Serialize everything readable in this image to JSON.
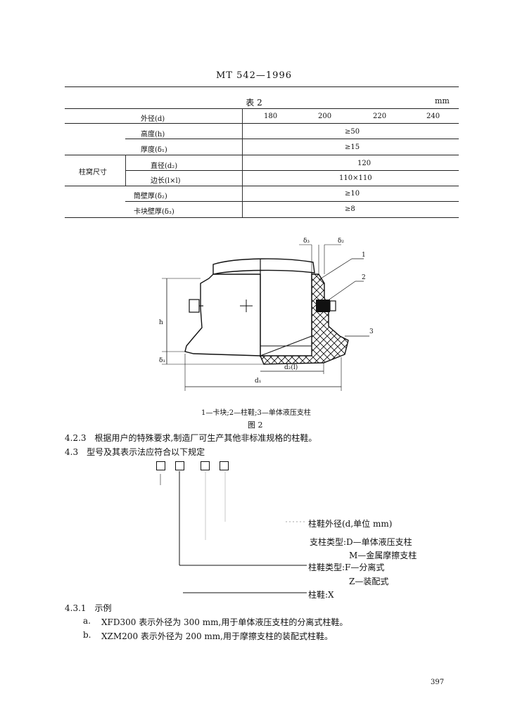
{
  "header": {
    "standard": "MT 542—1996"
  },
  "table": {
    "title": "表 2",
    "unit": "mm",
    "header_label": "外径(d\u0000)",
    "columns": [
      "180",
      "200",
      "220",
      "240"
    ],
    "group_label": "柱窝尺寸",
    "rows": [
      {
        "label": "高度(h)",
        "value": "≥50"
      },
      {
        "label": "厚度(δ₁)",
        "value": "≥15"
      },
      {
        "label": "直径(d₂)",
        "value": "120"
      },
      {
        "label": "边长(l×l)",
        "value": "110×110"
      },
      {
        "label": "筒壁厚(δ₂)",
        "value": "≥10"
      },
      {
        "label": "卡块壁厚(δ₃)",
        "value": "≥8"
      }
    ]
  },
  "figure": {
    "labels": {
      "delta3": "δ₃",
      "delta2": "δ₂",
      "n1": "1",
      "n2": "2",
      "n3": "3",
      "h": "h",
      "delta1": "δ₁",
      "d2l": "d₂(l)",
      "d1": "d₁"
    },
    "caption": "1—卡块;2—柱鞋;3—单体液压支柱",
    "title": "图 2"
  },
  "sections": {
    "s423": "4.2.3　根据用户的特殊要求,制造厂可生产其他非标准规格的柱鞋。",
    "s43": "4.3　型号及其表示法应符合以下规定"
  },
  "model": {
    "line1": "柱鞋外径(d,单位 mm)",
    "line2": "支柱类型:D—单体液压支柱",
    "line3": "M—金属摩擦支柱",
    "line4": "柱鞋类型:F—分离式",
    "line5": "Z—装配式",
    "line6": "柱鞋:X"
  },
  "examples": {
    "heading": "4.3.1　示例",
    "a_label": "a.",
    "a_text": "XFD300 表示外径为 300 mm,用于单体液压支柱的分离式柱鞋。",
    "b_label": "b.",
    "b_text": "XZM200 表示外径为 200 mm,用于摩擦支柱的装配式柱鞋。"
  },
  "page_number": "397"
}
